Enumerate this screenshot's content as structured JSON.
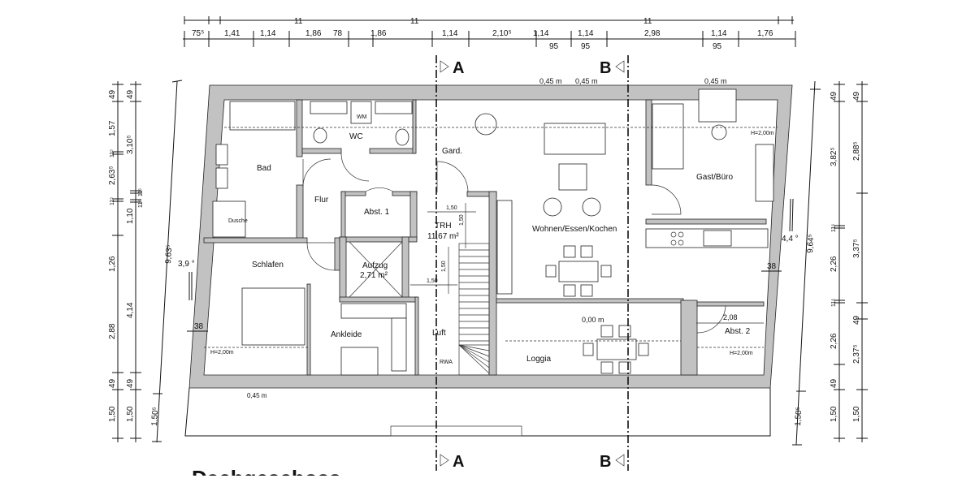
{
  "title": "Dachgeschoss",
  "section_markers": {
    "a": "A",
    "b": "B"
  },
  "top_dimensions": {
    "overall_row": [
      "11",
      "11",
      "11"
    ],
    "main_row": [
      "75⁵",
      "1,41",
      "1,14",
      "1,86",
      "78",
      "1,86",
      "1,14",
      "2,10⁵",
      "1,14",
      "1,14",
      "2,98",
      "1,14",
      "1,76"
    ],
    "sub_row": [
      "95",
      "95",
      "95"
    ]
  },
  "left_dimensions": {
    "chain_outer": [
      "49",
      "1,57",
      "11⁵",
      "2,63⁵",
      "11⁵",
      "1,26",
      "2,88",
      "49",
      "1,50"
    ],
    "chain_inner": [
      "49",
      "3,10⁵",
      "11⁵",
      "1,10",
      "11⁵",
      "4,14",
      "49",
      "1,50"
    ],
    "diagonal": "9,63⁵",
    "diagonal_lower": "1,50⁵",
    "angle": "3,9 °",
    "wall": "38"
  },
  "right_dimensions": {
    "chain_outer": [
      "49",
      "3,82⁵",
      "11⁵",
      "2,26",
      "11⁵",
      "2,26",
      "49",
      "1,50"
    ],
    "chain_inner": [
      "49",
      "2,88⁵",
      "3,37⁵",
      "49",
      "2,37⁵",
      "1,50"
    ],
    "diagonal": "9,64⁵",
    "diagonal_lower": "1,50⁵",
    "angle": "4,4 °",
    "wall": "38"
  },
  "rooms": {
    "bad": "Bad",
    "wc": "WC",
    "wm": "WM",
    "gard": "Gard.",
    "flur": "Flur",
    "abst1": "Abst. 1",
    "dusche": "Dusche",
    "trh": "TRH",
    "trh_area": "11,67 m²",
    "aufzug": "Aufzug",
    "aufzug_area": "2,71 m²",
    "schlafen": "Schlafen",
    "ankleide": "Ankleide",
    "luft": "Luft",
    "rwa": "RWA",
    "wohnen": "Wohnen/Essen/Kochen",
    "gast": "Gast/Büro",
    "loggia": "Loggia",
    "abst2": "Abst. 2"
  },
  "annotations": {
    "trh_w": "1,50",
    "trh_h": "1,50",
    "lift_w": "1,50",
    "lift_h": "1,50",
    "h_schlafen": "H=2,00m",
    "h_gast": "H=2,00m",
    "h_abst2": "H=2,00m",
    "window_bottom": "0,45 m",
    "window_top_1": "0,45 m",
    "window_top_2": "0,45 m",
    "window_top_3": "0,45 m",
    "loggia_level": "0,00 m",
    "abst2_width": "2,08"
  }
}
